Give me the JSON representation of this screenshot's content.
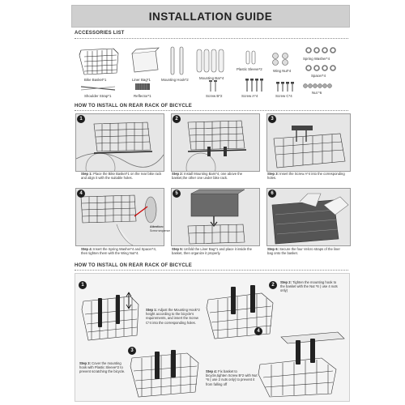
{
  "title": "INSTALLATION GUIDE",
  "accessories": {
    "heading": "ACCESSORIES LIST",
    "items": {
      "bike_basket": "Bike Basket*1",
      "liner_bag": "Liner Bag*1",
      "mounting_hook": "Mounting Hook*2",
      "mounting_bar": "Mounting Bar*4",
      "plastic_sleeve": "Plastic Sleeve*2",
      "wing_nut": "Wing Nut*4",
      "spring_washer": "Spring Washer*4",
      "spacer": "Spacer*4",
      "shoulder_strap": "Shoulder Strap*1",
      "reflector": "Reflector*1",
      "screw_b": "Screw B*2",
      "screw_a": "Screw A*4",
      "screw_c": "Screw C*4",
      "nut": "Nut *6"
    }
  },
  "section1": {
    "heading": "HOW TO INSTALL ON REAR RACK OF BICYCLE",
    "steps": [
      {
        "num": "1",
        "label": "Step 1:",
        "text": "Place the Bike Basket*1 on the rear bike rack and align it with the suitable holes."
      },
      {
        "num": "2",
        "label": "Step 2:",
        "text": "Install Mounting Bars*4, one above the basket,the other one under bike rack."
      },
      {
        "num": "3",
        "label": "Step 3:",
        "text": "Insert the Screw A*4 into the corresponding holes."
      },
      {
        "num": "4",
        "label": "Step 4:",
        "text": "Insert the Spring Washer*4 and Spacer*4, then tighten them with the Wing Nut*4."
      },
      {
        "num": "5",
        "label": "Step 5:",
        "text": "Unfold the Liner Bag*1 and place it inside the basket, then organize it properly."
      },
      {
        "num": "6",
        "label": "Step 6:",
        "text": "Secure the four Velcro straps of the liner bag onto the basket."
      }
    ],
    "attention": "Attention:",
    "attention_sub": "Screw sequence"
  },
  "section2": {
    "heading": "HOW TO INSTALL ON REAR RACK OF BICYCLE",
    "steps": [
      {
        "num": "1",
        "label": "Step 1:",
        "text": "Adjust the Mounting Hook*2 height according to the bicycle's requirements, and insert the Screw C*4 into the corresponding holes."
      },
      {
        "num": "2",
        "label": "Step 2:",
        "text": "Tighten the mounting hook to the basket with the Nut *6 ( use 4 nuts only)"
      },
      {
        "num": "3",
        "label": "Step 3:",
        "text": "Cover the mounting hook with Plastic Sleeve*2 to prevent scratching the bicycle."
      },
      {
        "num": "4",
        "label": "Step 4:",
        "text": "Fix basket to bicycle,tighten Screw B*2 with Nut *6 ( use 2 nuts only) to prevent it from falling off"
      }
    ]
  }
}
